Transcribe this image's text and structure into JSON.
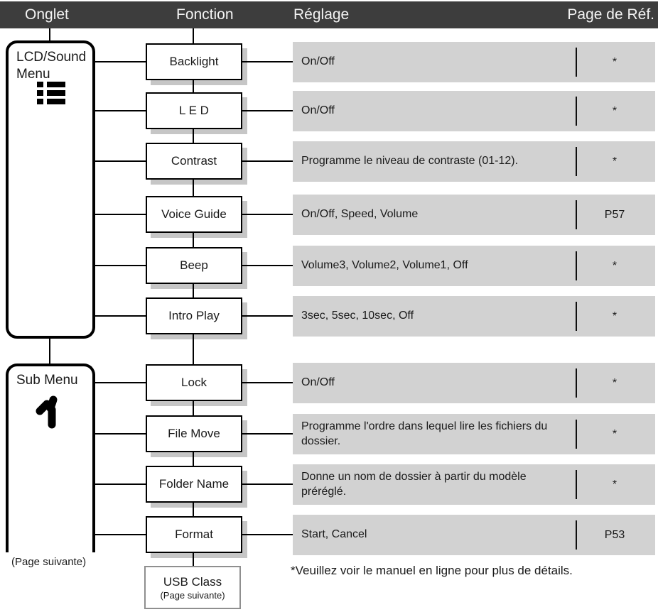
{
  "header": {
    "onglet": "Onglet",
    "fonction": "Fonction",
    "reglage": "Réglage",
    "page_ref": "Page de Réf."
  },
  "tabs": [
    {
      "label": "LCD/Sound Menu",
      "icon": "list-menu-icon"
    },
    {
      "label": "Sub Menu",
      "icon": "wrench-icon"
    }
  ],
  "rows": [
    {
      "function": "Backlight",
      "setting": "On/Off",
      "page_ref": "*"
    },
    {
      "function": "L E D",
      "setting": "On/Off",
      "page_ref": "*"
    },
    {
      "function": "Contrast",
      "setting": "Programme le niveau de contraste (01-12).",
      "page_ref": "*"
    },
    {
      "function": "Voice Guide",
      "setting": "On/Off, Speed, Volume",
      "page_ref": "P57"
    },
    {
      "function": "Beep",
      "setting": "Volume3, Volume2, Volume1, Off",
      "page_ref": "*"
    },
    {
      "function": "Intro Play",
      "setting": "3sec, 5sec, 10sec, Off",
      "page_ref": "*"
    },
    {
      "function": "Lock",
      "setting": "On/Off",
      "page_ref": "*"
    },
    {
      "function": "File Move",
      "setting": "Programme l'ordre dans lequel lire les fichiers du dossier.",
      "page_ref": "*"
    },
    {
      "function": "Folder Name",
      "setting": "Donne un nom de dossier à partir du modèle préréglé.",
      "page_ref": "*"
    },
    {
      "function": "Format",
      "setting": "Start, Cancel",
      "page_ref": "P53"
    }
  ],
  "continuation": {
    "left_note": "(Page suivante)",
    "next_function": "USB Class",
    "next_function_note": "(Page suivante)"
  },
  "footnote": "*Veuillez voir le manuel en ligne pour plus de détails.",
  "colors": {
    "header_bg": "#3d3d3d",
    "header_text": "#f4f4f4",
    "bar_bg": "#d2d2d2",
    "box_shadow": "#c6c6c6",
    "line": "#000000"
  }
}
